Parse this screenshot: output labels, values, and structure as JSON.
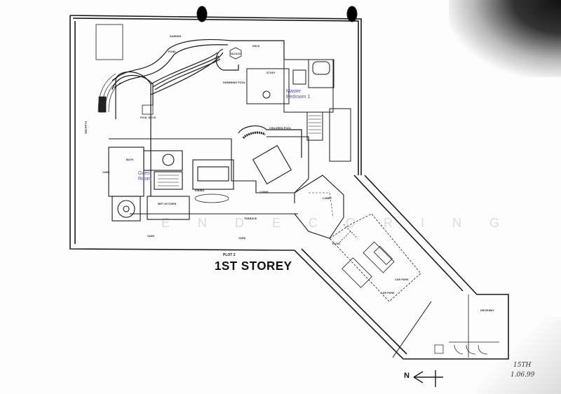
{
  "plan": {
    "title": "1ST STOREY",
    "plot": "PLOT 2",
    "north_label": "N",
    "handwritten_date_line1": "15TH",
    "handwritten_date_line2": "1.06.99",
    "watermark": "ENDECORING",
    "rooms": {
      "garden": "GARDEN",
      "pond": "POND",
      "deck": "DECK",
      "jacuzzi": "JACUZZI",
      "swimming_pool": "SWIMMING POOL",
      "master_bedroom": "Master Bedroom 1",
      "pool_deck": "POOL DECK",
      "childrens_pool": "CHILDREN POOL",
      "guest_room": "Guest Room",
      "dining": "DINING",
      "living": "LIVING",
      "lobby": "LOBBY",
      "wet_kitchen": "WET KITCHEN",
      "terrace": "TERRACE",
      "yard": "YARD",
      "yard2": "YARD",
      "patio": "PATIO",
      "car_park_1": "CAR PARK",
      "car_park_2": "CAR PARK",
      "driveway": "DRIVEWAY",
      "yard_left": "YARD",
      "planter": "PLANTER",
      "bath": "BATH",
      "study": "STUDY"
    }
  }
}
